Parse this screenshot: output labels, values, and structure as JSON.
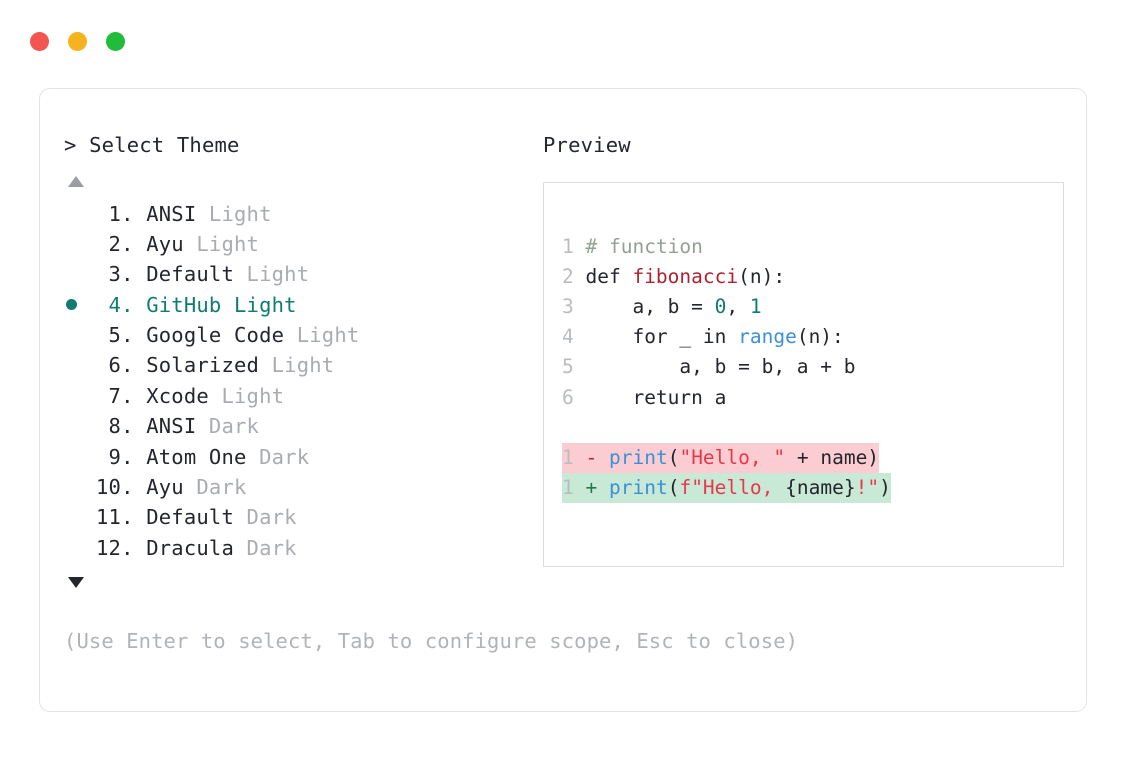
{
  "window": {
    "dots": [
      {
        "name": "close",
        "color": "#f35651"
      },
      {
        "name": "minimize",
        "color": "#f5b31f"
      },
      {
        "name": "maximize",
        "color": "#21bd3a"
      }
    ]
  },
  "prompt": {
    "caret": ">",
    "label": "Select Theme"
  },
  "scroll": {
    "up": "▲",
    "down": "▼"
  },
  "themes": {
    "selected_index": 4,
    "items": [
      {
        "index": " 1.",
        "name": "ANSI",
        "variant": "Light",
        "selected": false
      },
      {
        "index": " 2.",
        "name": "Ayu",
        "variant": "Light",
        "selected": false
      },
      {
        "index": " 3.",
        "name": "Default",
        "variant": "Light",
        "selected": false
      },
      {
        "index": " 4.",
        "name": "GitHub",
        "variant": "Light",
        "selected": true
      },
      {
        "index": " 5.",
        "name": "Google Code",
        "variant": "Light",
        "selected": false
      },
      {
        "index": " 6.",
        "name": "Solarized",
        "variant": "Light",
        "selected": false
      },
      {
        "index": " 7.",
        "name": "Xcode",
        "variant": "Light",
        "selected": false
      },
      {
        "index": " 8.",
        "name": "ANSI",
        "variant": "Dark",
        "selected": false
      },
      {
        "index": " 9.",
        "name": "Atom One",
        "variant": "Dark",
        "selected": false
      },
      {
        "index": "10.",
        "name": "Ayu",
        "variant": "Dark",
        "selected": false
      },
      {
        "index": "11.",
        "name": "Default",
        "variant": "Dark",
        "selected": false
      },
      {
        "index": "12.",
        "name": "Dracula",
        "variant": "Dark",
        "selected": false
      }
    ]
  },
  "hint": "(Use Enter to select, Tab to configure scope, Esc to close)",
  "preview": {
    "title": "Preview",
    "code_lines": [
      {
        "ln": "1",
        "tokens": [
          {
            "t": " # function",
            "c": "tok-comment"
          }
        ]
      },
      {
        "ln": "2",
        "tokens": [
          {
            "t": " def ",
            "c": "tok-kw"
          },
          {
            "t": "fibonacci",
            "c": "tok-fn"
          },
          {
            "t": "(n):",
            "c": "tok-plain"
          }
        ]
      },
      {
        "ln": "3",
        "tokens": [
          {
            "t": "     a, b = ",
            "c": "tok-plain"
          },
          {
            "t": "0",
            "c": "tok-num"
          },
          {
            "t": ", ",
            "c": "tok-plain"
          },
          {
            "t": "1",
            "c": "tok-num"
          }
        ]
      },
      {
        "ln": "4",
        "tokens": [
          {
            "t": "     for _ in ",
            "c": "tok-plain"
          },
          {
            "t": "range",
            "c": "tok-builtin"
          },
          {
            "t": "(n):",
            "c": "tok-plain"
          }
        ]
      },
      {
        "ln": "5",
        "tokens": [
          {
            "t": "         a, b = b, a + b",
            "c": "tok-plain"
          }
        ]
      },
      {
        "ln": "6",
        "tokens": [
          {
            "t": "     return a",
            "c": "tok-plain"
          }
        ]
      }
    ],
    "diff_lines": [
      {
        "ln": "1",
        "marker": "-",
        "kind": "del",
        "tokens": [
          {
            "t": " ",
            "c": "tok-plain"
          },
          {
            "t": "print",
            "c": "tok-call"
          },
          {
            "t": "(",
            "c": "tok-plain"
          },
          {
            "t": "\"Hello, \"",
            "c": "tok-str"
          },
          {
            "t": " + name)",
            "c": "tok-plain"
          }
        ]
      },
      {
        "ln": "1",
        "marker": "+",
        "kind": "add",
        "tokens": [
          {
            "t": " ",
            "c": "tok-plain"
          },
          {
            "t": "print",
            "c": "tok-call"
          },
          {
            "t": "(",
            "c": "tok-plain"
          },
          {
            "t": "f\"Hello, ",
            "c": "tok-str"
          },
          {
            "t": "{name}",
            "c": "tok-plain"
          },
          {
            "t": "!\"",
            "c": "tok-str"
          },
          {
            "t": ")",
            "c": "tok-plain"
          }
        ]
      }
    ]
  },
  "colors": {
    "accent_teal": "#0e7c71",
    "muted": "#a9acb1",
    "diff_add_bg": "#c9e9d7",
    "diff_del_bg": "#fbcdd2"
  }
}
